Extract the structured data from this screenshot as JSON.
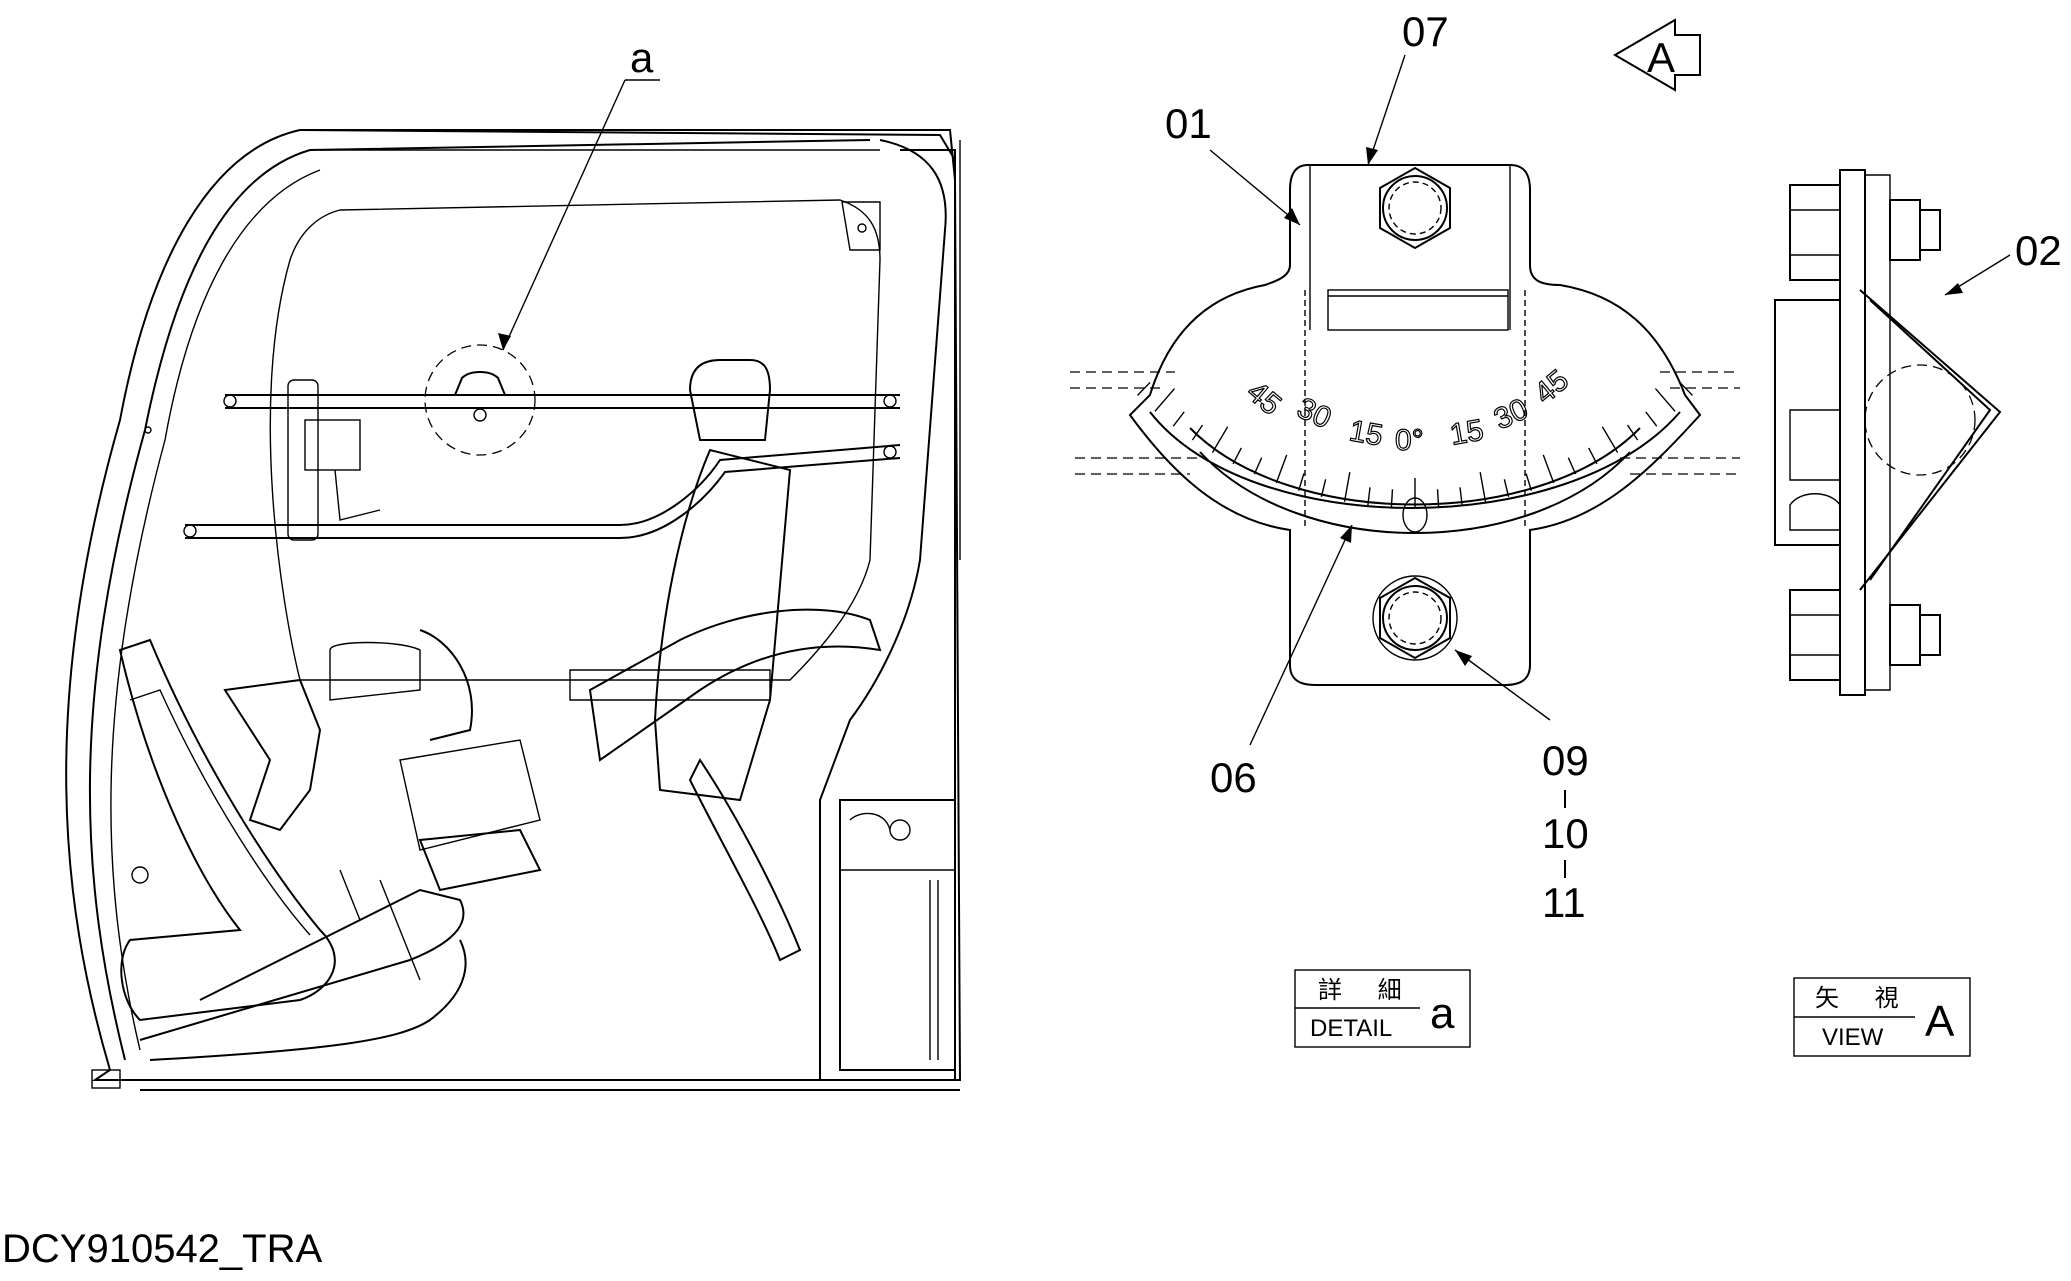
{
  "callouts": {
    "a": "a",
    "c07": "07",
    "c01": "01",
    "c02": "02",
    "c06": "06",
    "c09": "09",
    "c10": "10",
    "c11": "11",
    "view_arrow": "A"
  },
  "scale_labels": [
    "45",
    "30",
    "15",
    "0°",
    "15",
    "30",
    "45"
  ],
  "detail_box": {
    "jp": "詳 細",
    "en": "DETAIL",
    "ref": "a"
  },
  "view_box": {
    "jp": "矢 視",
    "en": "VIEW",
    "ref": "A"
  },
  "document_id": "DCY910542_TRA"
}
